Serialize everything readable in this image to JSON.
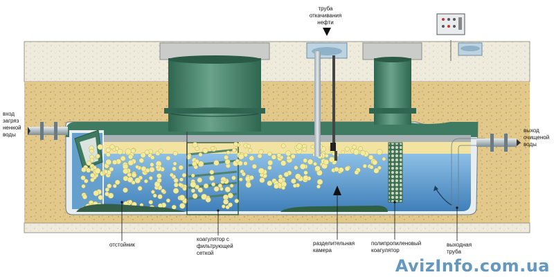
{
  "labels": {
    "inlet": "вход\nзагряз\nненной\nводы",
    "oil_pipe": "труба\nоткачивания\nнефти",
    "outlet": "выход\nочищеной\nводы",
    "settler": "отстойник",
    "coagulator": "коагулятор с\nфильтрующей\nсеткой",
    "sep_chamber": "разделительная\nкамера",
    "pp_coagulator": "полипропиленовый\nкоагулятор",
    "out_pipe": "выходная\nтруба"
  },
  "watermark": "AvizInfo.com.ua",
  "colors": {
    "soil": "#e3c98a",
    "concrete": "#ece8d9",
    "tank_green": "#3d7a62",
    "water": "#6aa3d2",
    "oil_layer": "#f2e3a0",
    "ball": "#f3ec9e",
    "sludge": "#2f5f42"
  }
}
